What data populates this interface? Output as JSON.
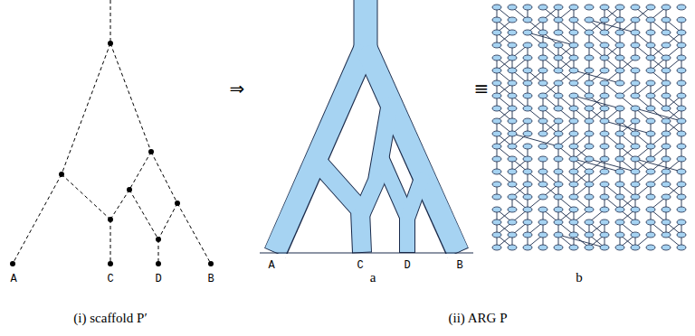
{
  "diagram": {
    "labels": [
      "A",
      "C",
      "D",
      "B",
      "⇒",
      "A",
      "C",
      "D",
      "B",
      "a",
      "≡",
      "b",
      "(i) scaffold P′",
      "(ii) ARG P"
    ]
  }
}
